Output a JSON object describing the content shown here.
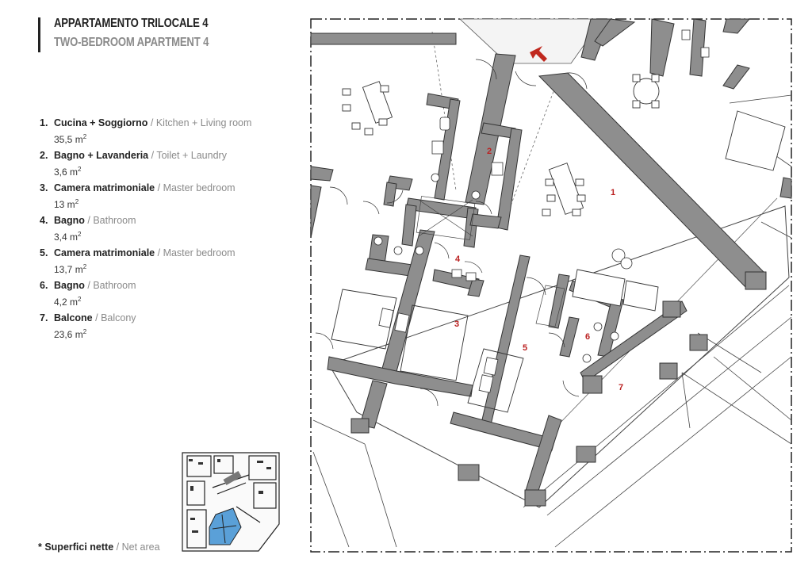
{
  "header": {
    "title_it": "APPARTAMENTO TRILOCALE 4",
    "title_en": "TWO-BEDROOM APARTMENT 4"
  },
  "rooms": [
    {
      "number": "1.",
      "name_it": "Cucina + Soggiorno",
      "name_en": "Kitchen + Living room",
      "area": "35,5 m",
      "unit_sup": "2"
    },
    {
      "number": "2.",
      "name_it": "Bagno + Lavanderia",
      "name_en": "Toilet + Laundry",
      "area": "3,6 m",
      "unit_sup": "2"
    },
    {
      "number": "3.",
      "name_it": "Camera matrimoniale",
      "name_en": "Master bedroom",
      "area": "13 m",
      "unit_sup": "2"
    },
    {
      "number": "4.",
      "name_it": "Bagno",
      "name_en": "Bathroom",
      "area": "3,4 m",
      "unit_sup": "2"
    },
    {
      "number": "5.",
      "name_it": "Camera matrimoniale",
      "name_en": "Master bedroom",
      "area": "13,7 m",
      "unit_sup": "2"
    },
    {
      "number": "6.",
      "name_it": "Bagno",
      "name_en": "Bathroom",
      "area": "4,2 m",
      "unit_sup": "2"
    },
    {
      "number": "7.",
      "name_it": "Balcone",
      "name_en": "Balcony",
      "area": "23,6 m",
      "unit_sup": "2"
    }
  ],
  "footnote": {
    "it": "* Superfici nette",
    "separator": " / ",
    "en": "Net area"
  },
  "plan_labels": [
    "1",
    "2",
    "3",
    "4",
    "5",
    "6",
    "7"
  ],
  "colors": {
    "wall": "#8e8e8e",
    "wall_outline": "#333333",
    "label_red": "#b22222",
    "keyplan_highlight": "#5aa0d8",
    "entrance_arrow": "#c0281e"
  }
}
